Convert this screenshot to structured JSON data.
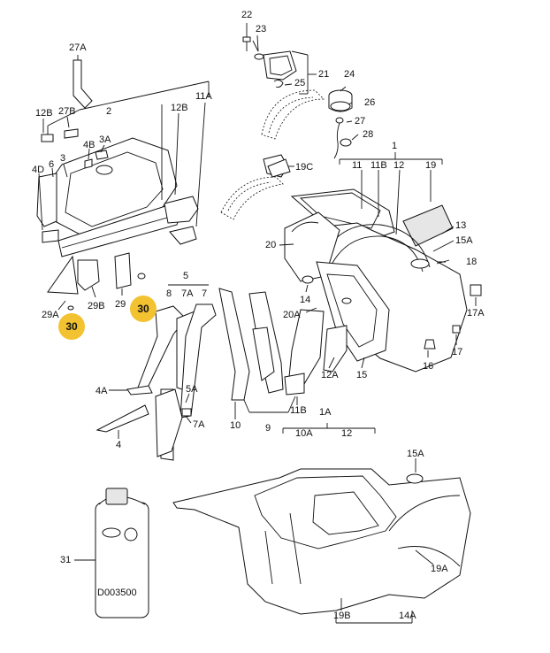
{
  "diagram": {
    "labels": {
      "l22": "22",
      "l23": "23",
      "l21": "21",
      "l25": "25",
      "l24": "24",
      "l26": "26",
      "l27": "27",
      "l28": "28",
      "l19c": "19C",
      "l1": "1",
      "l11": "11",
      "l11b": "11B",
      "l12": "12",
      "l19": "19",
      "l13": "13",
      "l15a": "15A",
      "l18": "18",
      "l20": "20",
      "l14": "14",
      "l20a": "20A",
      "l17a": "17A",
      "l12a": "12A",
      "l15": "15",
      "l16": "16",
      "l17": "17",
      "l27a": "27A",
      "l2": "2",
      "l12b": "12B",
      "l11a": "11A",
      "l12b2": "12B",
      "l27b": "27B",
      "l4b": "4B",
      "l3a": "3A",
      "l4d": "4D",
      "l6": "6",
      "l3": "3",
      "l29a": "29A",
      "l29b": "29B",
      "l29": "29",
      "l5": "5",
      "l8": "8",
      "l7a": "7A",
      "l7": "7",
      "l10": "10",
      "l11b2": "11B",
      "l9": "9",
      "l4a": "4A",
      "l5a": "5A",
      "l7a2": "7A",
      "l4": "4",
      "l1a": "1A",
      "l10a": "10A",
      "l12c": "12",
      "l15a2": "15A",
      "l31": "31",
      "l19a": "19A",
      "l19b": "19B",
      "l14a": "14A"
    },
    "highlights": {
      "h1": "30",
      "h2": "30"
    },
    "can_label": "D003500",
    "highlight_color": "#f2c230"
  }
}
